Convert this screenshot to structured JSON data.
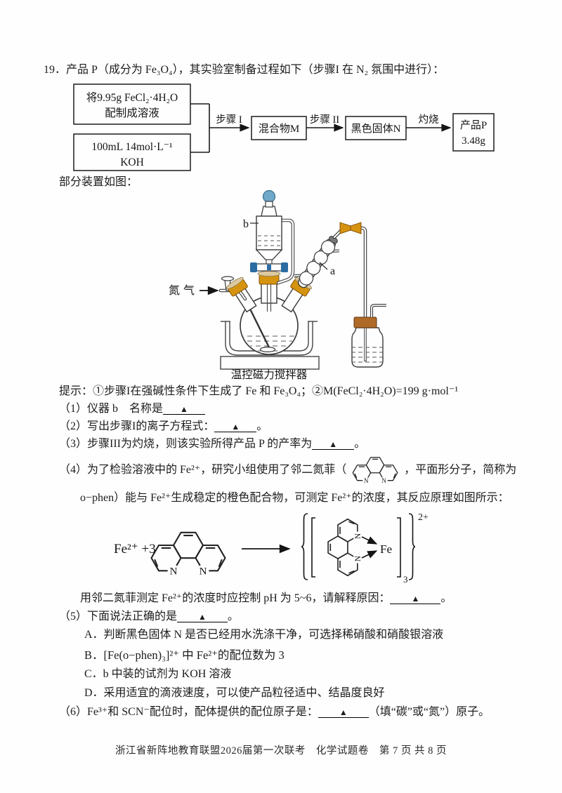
{
  "question": {
    "number": "19．",
    "intro": "产品 P（成分为 Fe₃O₄），其实验室制备过程如下（步骤I 在 N₂ 氛围中进行）："
  },
  "captions": {
    "apparatus": "部分装置如图："
  },
  "flowchart": {
    "reactant1_line1": "将9.95g FeCl₂·4H₂O",
    "reactant1_line2": "配制成溶液",
    "reactant2_line1": "100mL 14mol·L⁻¹",
    "reactant2_line2": "KOH",
    "step1": "步骤 I",
    "step2": "步骤 II",
    "calcine": "灼烧",
    "mixture": "混合物M",
    "black_solid": "黑色固体N",
    "product_line1": "产品P",
    "product_line2": "3.48g"
  },
  "apparatus": {
    "nitrogen": "氮气",
    "label_b": "b",
    "label_a": "a",
    "stirrer": "温控磁力搅拌器"
  },
  "hint": "提示：①步骤I在强碱性条件下生成了 Fe 和 Fe₃O₄；②M(FeCl₂·4H₂O)=199 g·mol⁻¹",
  "molecule": {
    "n1": "N",
    "n2": "N"
  },
  "scheme": {
    "lhs": "Fe²⁺ +3",
    "fe": "Fe",
    "count": "3",
    "charge": "2+"
  },
  "questions": {
    "q1": {
      "pre": "（1）仪器 b　名称是",
      "blank": "▲"
    },
    "q2": {
      "pre": "（2）写出步骤I的离子方程式：",
      "blank": "▲",
      "post": "。"
    },
    "q3": {
      "pre": "（3）步骤III为灼烧，则该实验所得产品 P 的产率为",
      "blank": "▲",
      "post": "。"
    },
    "q4_intro_pre": "（4）为了检验溶液中的 Fe²⁺，研究小组使用了邻二氮菲（",
    "q4_intro_post": "，平面形分子，简称为",
    "q4_line2": "o−phen）能与 Fe²⁺生成稳定的橙色配合物，可测定 Fe²⁺的浓度，其反应原理如图所示：",
    "q4_ph": {
      "pre": "用邻二氮菲测定 Fe²⁺的浓度时应控制 pH 为 5~6，请解释原因：",
      "blank": "▲",
      "post": "。"
    },
    "q5": {
      "pre": "（5）下面说法正确的是",
      "blank": "▲",
      "post": "。"
    },
    "q5_options": [
      "A．判断黑色固体 N 是否已经用水洗涤干净，可选择稀硝酸和硝酸银溶液",
      "B．[Fe(o−phen)₃]²⁺ 中 Fe²⁺的配位数为 3",
      "C．b 中装的试剂为 KOH 溶液",
      "D．采用适宜的滴液速度，可以使产品粒径适中、结晶度良好"
    ],
    "q6": {
      "pre": "（6）Fe³⁺和 SCN⁻配位时，配体提供的配位原子是：",
      "blank": "▲",
      "post": "（填“碳”或“氮”）原子。"
    }
  },
  "footer": "浙江省新阵地教育联盟2026届第一次联考　化学试题卷　第 7 页 共 8 页"
}
